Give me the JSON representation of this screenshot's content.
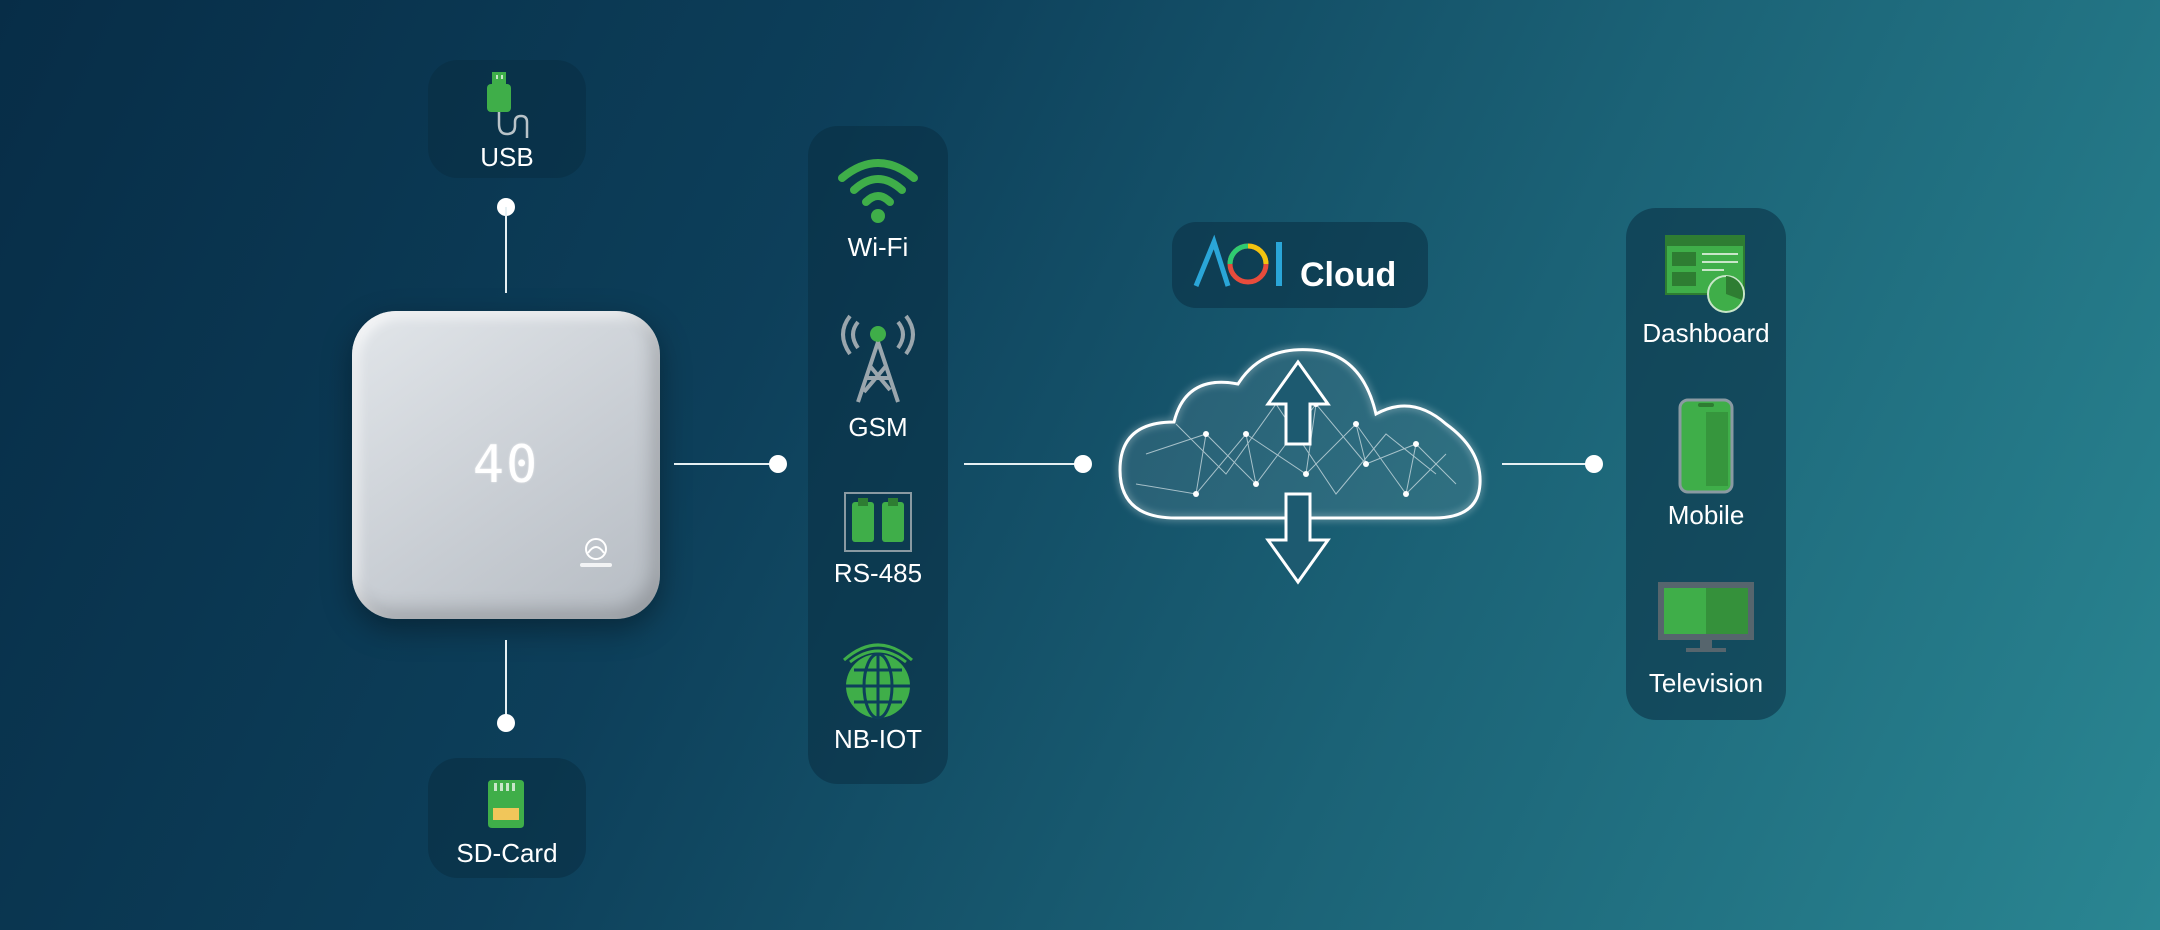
{
  "device": {
    "reading": "40"
  },
  "storage": {
    "usb_label": "USB",
    "sdcard_label": "SD-Card"
  },
  "connectivity": [
    {
      "label": "Wi-Fi",
      "icon": "wifi-icon"
    },
    {
      "label": "GSM",
      "icon": "gsm-tower-icon"
    },
    {
      "label": "RS-485",
      "icon": "rs485-connector-icon"
    },
    {
      "label": "NB-IOT",
      "icon": "nb-iot-globe-icon"
    }
  ],
  "cloud": {
    "brand": "AQI",
    "label": "Cloud",
    "icon": "cloud-network-icon"
  },
  "outputs": [
    {
      "label": "Dashboard",
      "icon": "dashboard-icon"
    },
    {
      "label": "Mobile",
      "icon": "mobile-phone-icon"
    },
    {
      "label": "Television",
      "icon": "television-icon"
    }
  ],
  "colors": {
    "accent_green": "#3fae49",
    "panel": "#0d3a50",
    "line": "#e6f0f3"
  }
}
